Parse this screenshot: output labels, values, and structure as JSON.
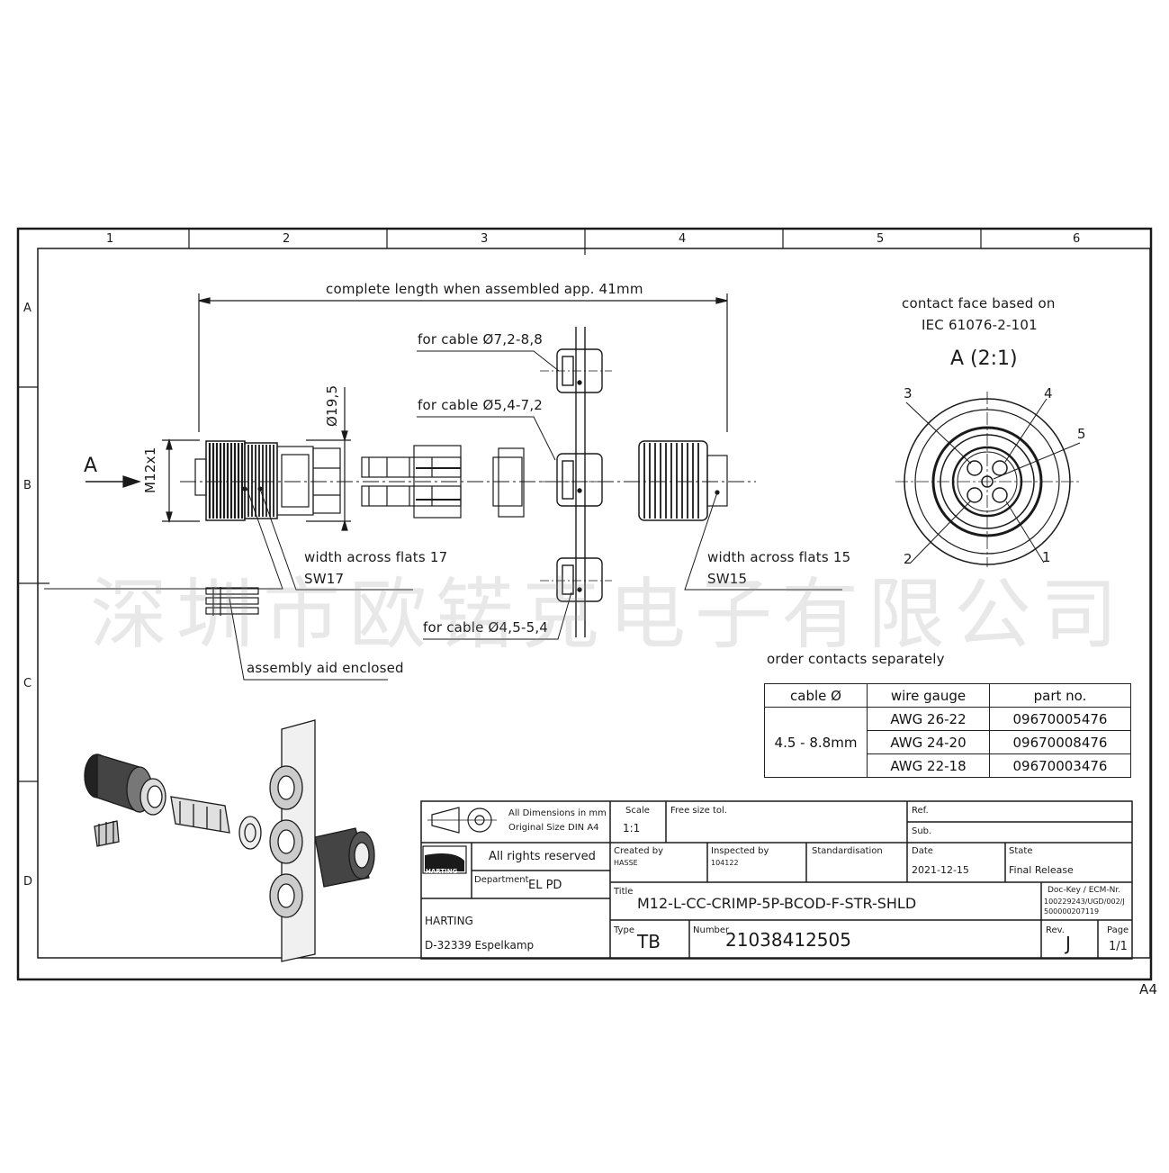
{
  "frame": {
    "columns": [
      "1",
      "2",
      "3",
      "4",
      "5",
      "6"
    ],
    "rows": [
      "A",
      "B",
      "C",
      "D"
    ],
    "sheet_size": "A4"
  },
  "annotations": {
    "length": "complete length when assembled app. 41mm",
    "cable_large": "for cable Ø7,2-8,8",
    "cable_medium": "for cable Ø5,4-7,2",
    "cable_small": "for cable Ø4,5-5,4",
    "view_arrow": "A",
    "thread": "M12x1",
    "diameter": "Ø19,5",
    "flats17_line1": "width across flats 17",
    "flats17_line2": "SW17",
    "flats15_line1": "width across flats 15",
    "flats15_line2": "SW15",
    "assembly_aid": "assembly aid enclosed",
    "contact_face_line1": "contact face based on",
    "contact_face_line2": "IEC 61076-2-101",
    "view_title": "A (2:1)",
    "pins": [
      "1",
      "2",
      "3",
      "4",
      "5"
    ],
    "order_note": "order contacts separately"
  },
  "order_table": {
    "headers": [
      "cable Ø",
      "wire gauge",
      "part no."
    ],
    "cable_range": "4.5 - 8.8mm",
    "rows": [
      {
        "gauge": "AWG 26-22",
        "part": "09670005476"
      },
      {
        "gauge": "AWG 24-20",
        "part": "09670008476"
      },
      {
        "gauge": "AWG 22-18",
        "part": "09670003476"
      }
    ]
  },
  "title_block": {
    "dims_line1": "All Dimensions in mm",
    "dims_line2": "Original Size DIN A4",
    "rights": "All rights reserved",
    "department_label": "Department",
    "department": "EL PD",
    "logo_text": "HARTING",
    "company": "HARTING",
    "address": "D-32339 Espelkamp",
    "scale_label": "Scale",
    "scale": "1:1",
    "tolerance": "Free size tol.",
    "ref_label": "Ref.",
    "sub_label": "Sub.",
    "created_label": "Created by",
    "created": "HASSE",
    "inspected_label": "Inspected by",
    "inspected": "104122",
    "standard_label": "Standardisation",
    "date_label": "Date",
    "date": "2021-12-15",
    "state_label": "State",
    "state": "Final Release",
    "title_label": "Title",
    "title": "M12-L-CC-CRIMP-5P-BCOD-F-STR-SHLD",
    "dockey_label": "Doc-Key / ECM-Nr.",
    "dockey_line1": "100229243/UGD/002/J",
    "dockey_line2": "500000207119",
    "type_label": "Type",
    "type": "TB",
    "number_label": "Number",
    "number": "21038412505",
    "rev_label": "Rev.",
    "rev": "J",
    "page_label": "Page",
    "page": "1/1"
  },
  "watermark": "深圳市欧锘克电子有限公司"
}
